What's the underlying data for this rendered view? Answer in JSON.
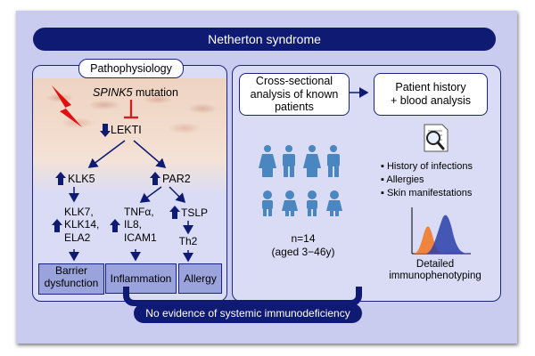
{
  "title": "Netherton syndrome",
  "left": {
    "header": "Pathophysiology",
    "mutation_gene": "SPINK5",
    "mutation_word": " mutation",
    "lekti": "LEKTI",
    "klk5": "KLK5",
    "par2": "PAR2",
    "klk_list": [
      "KLK7,",
      "KLK14,",
      "ELA2"
    ],
    "cytokines": [
      "TNFα,",
      "IL8,",
      "ICAM1"
    ],
    "tslp": "TSLP",
    "th2": "Th2",
    "outcome_barrier": [
      "Barrier",
      "dysfunction"
    ],
    "outcome_inflammation": "Inflammation",
    "outcome_allergy": "Allergy"
  },
  "right": {
    "cross_sectional": [
      "Cross-sectional",
      "analysis of known",
      "patients"
    ],
    "patient_history": [
      "Patient history",
      "+ blood analysis"
    ],
    "n": "n=14",
    "age": "(aged 3−46y)",
    "bullets": [
      "History of infections",
      "Allergies",
      "Skin manifestations"
    ],
    "immuno": [
      "Detailed",
      "immunophenotyping"
    ]
  },
  "conclusion": "No evidence of systemic immunodeficiency",
  "colors": {
    "navy": "#0f1a73",
    "panel": "#d9dcf4",
    "background": "#c9ccee",
    "skin": "#f0d9c8",
    "arrow_red": "#cc2222",
    "lightning": "#e01010",
    "person": "#4a86c0",
    "hist_orange": "#f07a2a",
    "hist_blue": "#2a3fa8"
  },
  "icons": [
    "lightning-icon",
    "magnifier-document-icon",
    "person-icon",
    "child-icon",
    "histogram-icon"
  ]
}
